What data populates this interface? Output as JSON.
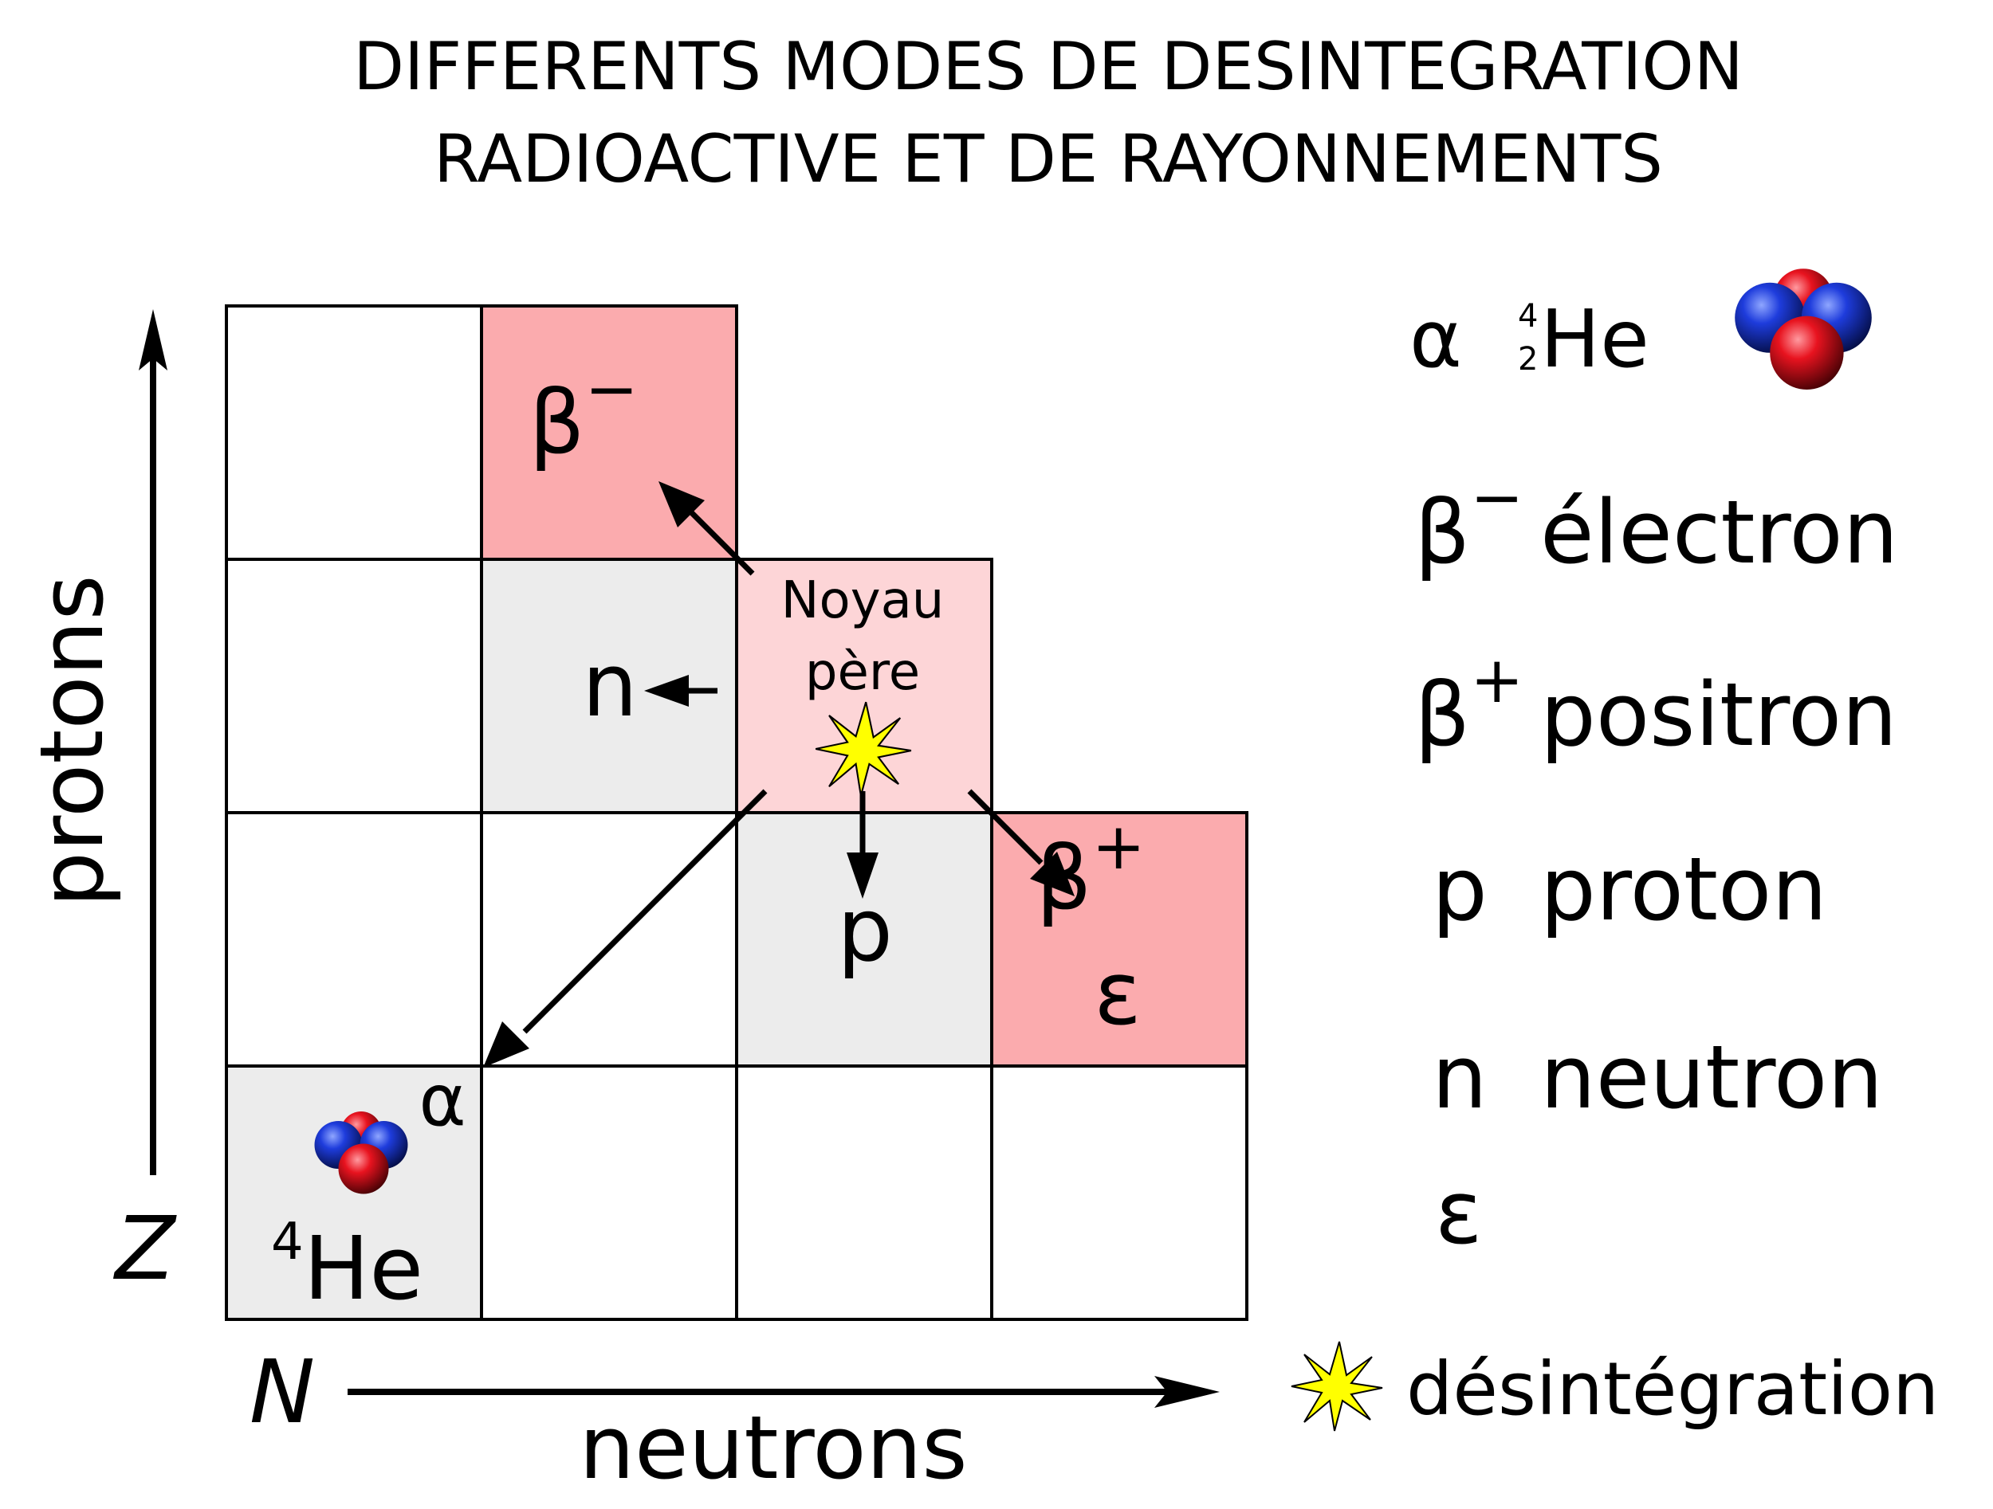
{
  "title": {
    "line1": "DIFFERENTS MODES DE DESINTEGRATION",
    "line2": "RADIOACTIVE ET DE RAYONNEMENTS"
  },
  "axes": {
    "y_label": "protons",
    "y_symbol": "Z",
    "x_label": "neutrons",
    "x_symbol": "N"
  },
  "cells": {
    "beta_minus": {
      "symbol": "β",
      "sup": "−"
    },
    "neutron": {
      "symbol": "n"
    },
    "parent": {
      "line1": "Noyau",
      "line2": "père"
    },
    "proton": {
      "symbol": "p"
    },
    "beta_plus": {
      "symbol": "β",
      "sup": "+",
      "eps": "ε"
    },
    "alpha": {
      "symbol": "α",
      "mass": "4",
      "element": "He"
    }
  },
  "legend": {
    "alpha": {
      "symbol": "α",
      "mass": "4",
      "atomic": "2",
      "element": "He"
    },
    "beta_minus": {
      "symbol": "β",
      "sup": "−",
      "label": "électron"
    },
    "beta_plus": {
      "symbol": "β",
      "sup": "+",
      "label": "positron"
    },
    "proton": {
      "symbol": "p",
      "label": "proton"
    },
    "neutron": {
      "symbol": "n",
      "label": "neutron"
    },
    "epsilon": {
      "symbol": "ε"
    },
    "decay": {
      "label": "désintégration",
      "icon": "star-burst-icon"
    }
  },
  "colors": {
    "beta": "#fbabae",
    "parent": "#fdd5d7",
    "nucleon": "#ececec",
    "star": "#ffff00",
    "proton_ball": "#e8131f",
    "neutron_ball": "#1e3cdc"
  }
}
